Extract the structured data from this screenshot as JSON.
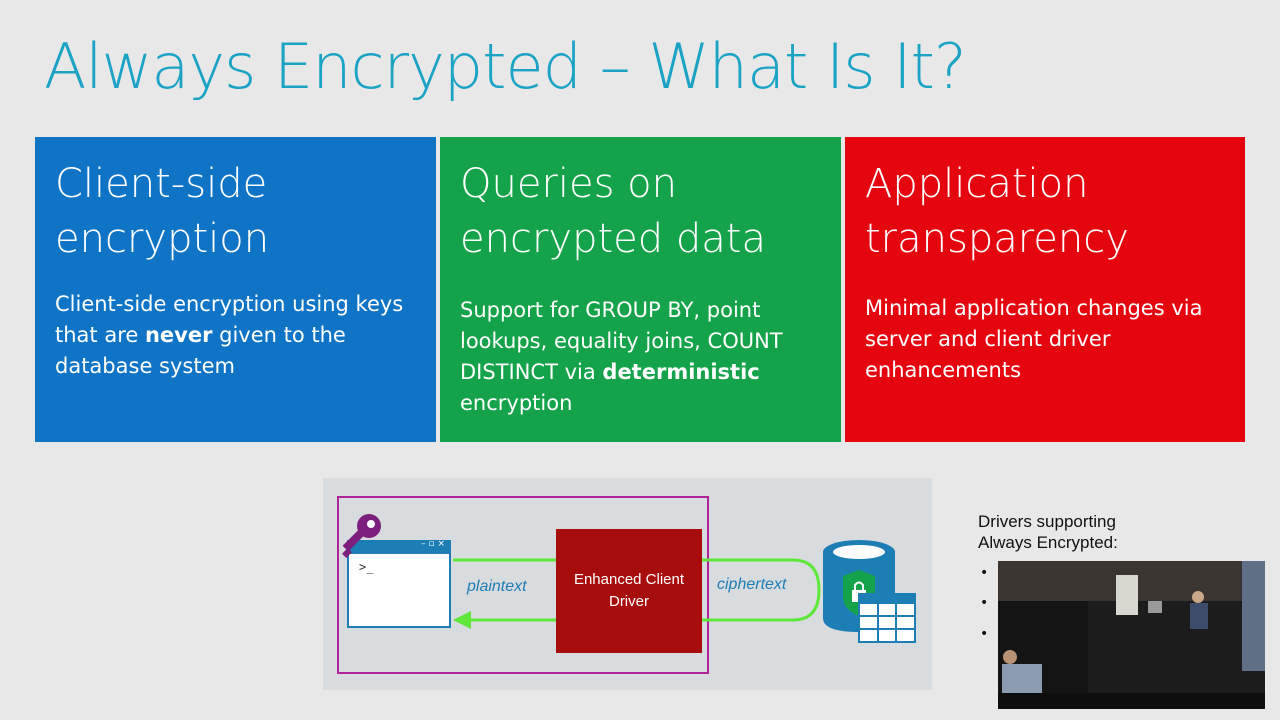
{
  "slide": {
    "title": "Always Encrypted – What Is It?"
  },
  "tiles": [
    {
      "heading_line1": "Client-side",
      "heading_line2": "encryption",
      "body_before": "Client-side encryption using keys that are ",
      "body_bold": "never",
      "body_after": " given to the database system",
      "color": "#0f74c6"
    },
    {
      "heading_line1": "Queries on",
      "heading_line2": "encrypted data",
      "body_before": "Support for GROUP BY, point lookups, equality joins, COUNT DISTINCT via ",
      "body_bold": "deterministic",
      "body_after": " encryption",
      "color": "#14a34a"
    },
    {
      "heading_line1": "Application",
      "heading_line2": "transparency",
      "body_before": "Minimal application changes via server and client driver enhancements",
      "body_bold": "",
      "body_after": "",
      "color": "#e4050e"
    }
  ],
  "diagram": {
    "driver_line1": "Enhanced Client",
    "driver_line2": "Driver",
    "label_plaintext": "plaintext",
    "label_ciphertext": "ciphertext",
    "prompt_text": ">_",
    "window_controls": "– ▫ ×",
    "icons": [
      "key-icon",
      "app-window-icon",
      "database-icon",
      "shield-lock-icon",
      "table-icon"
    ],
    "frame_color": "#b0249a",
    "arrow_color": "#5fe83a"
  },
  "sidebar": {
    "caption_line1": "Drivers supporting",
    "caption_line2": "Always Encrypted:",
    "bullets": [
      "•",
      "•",
      "•"
    ]
  }
}
